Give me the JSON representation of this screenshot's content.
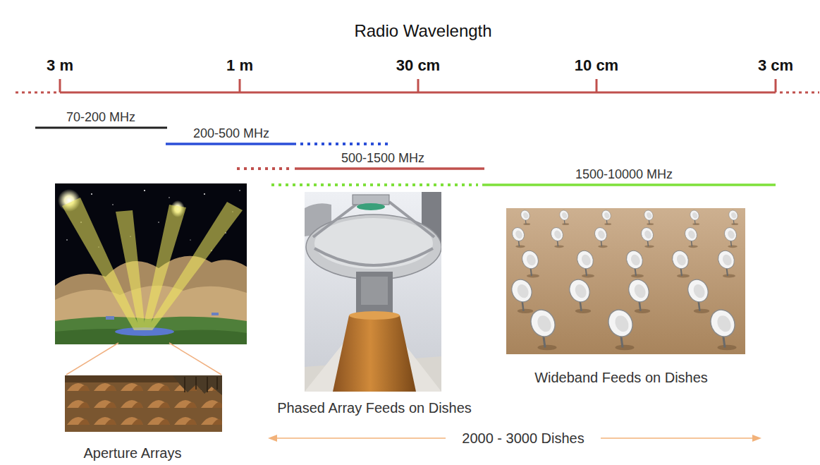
{
  "diagram": {
    "title": "Radio Wavelength",
    "labels": [
      "3 m",
      "1 m",
      "30 cm",
      "10 cm",
      "3 cm",
      "70-200 MHz",
      "200-500 MHz",
      "500-1500 MHz",
      "1500-10000 MHz",
      "Aperture Arrays",
      "Phased Array Feeds on Dishes",
      "Wideband Feeds on Dishes",
      "2000 - 3000 Dishes"
    ]
  }
}
